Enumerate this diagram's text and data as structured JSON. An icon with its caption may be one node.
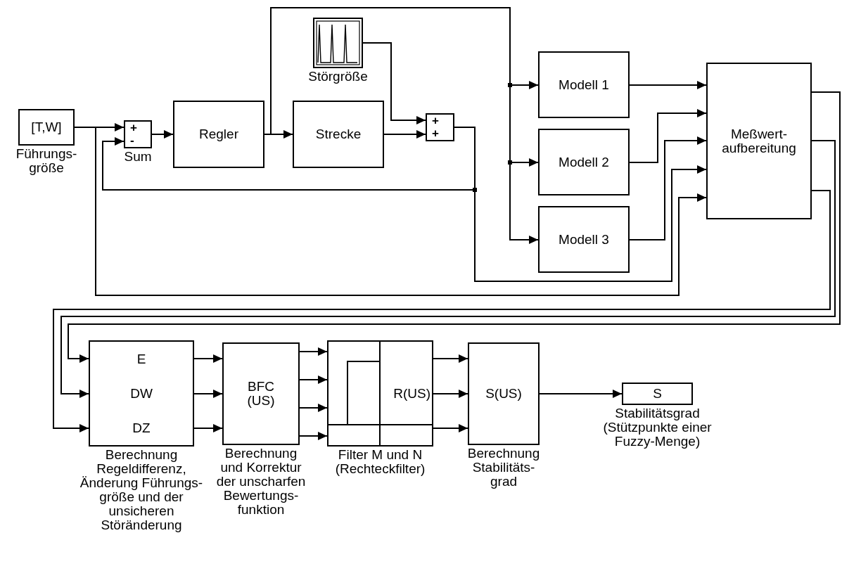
{
  "diagram": {
    "nodes": [
      {
        "text": [
          "[T,W]"
        ],
        "beside": [
          "Führungs- größe"
        ]
      },
      {
        "text": [
          "+",
          "-"
        ],
        "beside": [
          "Sum"
        ]
      },
      {
        "text": [
          "Regler"
        ]
      },
      {
        "text": [
          "Strecke"
        ]
      },
      {
        "text": [],
        "shape": "picture",
        "beside": [
          "Störgröße"
        ]
      },
      {
        "text": [
          "+",
          "+"
        ]
      },
      {
        "text": [
          "Modell 1"
        ]
      },
      {
        "text": [
          "Modell 2"
        ]
      },
      {
        "text": [
          "Modell 3"
        ]
      },
      {
        "text": [
          "Meßwert- aufbereitung"
        ]
      },
      {
        "text": [
          "E",
          "DW",
          "DZ"
        ],
        "beside": [
          "Berechnung Regeldifferenz, Änderung Führungs- größe und der unsicheren Störänderung"
        ]
      },
      {
        "text": [
          "BFC (US)"
        ],
        "beside": [
          "Berechnung und Korrektur der unscharfen Bewertungs- funktion"
        ]
      },
      {
        "text": [
          "R(US)"
        ],
        "beside": [
          "Filter M und N (Rechteckfilter)"
        ]
      },
      {
        "text": [
          "S(US)"
        ],
        "beside": [
          "Berechnung Stabilitäts- grad"
        ]
      },
      {
        "text": [
          "S"
        ],
        "beside": [
          "Stabilitätsgrad (Stützpunkte einer Fuzzy-Menge)"
        ]
      }
    ],
    "edges": [
      {
        "from": 0,
        "to": 1,
        "arrow": "to"
      },
      {
        "from": 0,
        "to": 9,
        "arrow": "to"
      },
      {
        "from": 1,
        "to": 2,
        "arrow": "to"
      },
      {
        "from": 2,
        "to": 3,
        "arrow": "to"
      },
      {
        "from": 2,
        "to": 6,
        "arrow": "to"
      },
      {
        "from": 2,
        "to": 7,
        "arrow": "to"
      },
      {
        "from": 2,
        "to": 8,
        "arrow": "to"
      },
      {
        "from": 3,
        "to": 5,
        "arrow": "to"
      },
      {
        "from": 4,
        "to": 5,
        "arrow": "to"
      },
      {
        "from": 5,
        "to": 1,
        "arrow": "to"
      },
      {
        "from": 5,
        "to": 9,
        "arrow": "to"
      },
      {
        "from": 6,
        "to": 9,
        "arrow": "to"
      },
      {
        "from": 7,
        "to": 9,
        "arrow": "to"
      },
      {
        "from": 8,
        "to": 9,
        "arrow": "to"
      },
      {
        "from": 9,
        "to": 10,
        "arrow": "to"
      },
      {
        "from": 9,
        "to": 10,
        "arrow": "to"
      },
      {
        "from": 9,
        "to": 10,
        "arrow": "to"
      },
      {
        "from": 10,
        "to": 11,
        "arrow": "to"
      },
      {
        "from": 10,
        "to": 11,
        "arrow": "to"
      },
      {
        "from": 10,
        "to": 11,
        "arrow": "to"
      },
      {
        "from": 11,
        "to": 12,
        "arrow": "to"
      },
      {
        "from": 11,
        "to": 12,
        "arrow": "to"
      },
      {
        "from": 11,
        "to": 12,
        "arrow": "to"
      },
      {
        "from": 11,
        "to": 12,
        "arrow": "to"
      },
      {
        "from": 12,
        "to": 13,
        "arrow": "to"
      },
      {
        "from": 12,
        "to": 13,
        "arrow": "to"
      },
      {
        "from": 12,
        "to": 13,
        "arrow": "to"
      },
      {
        "from": 13,
        "to": 14,
        "arrow": "to"
      }
    ]
  }
}
